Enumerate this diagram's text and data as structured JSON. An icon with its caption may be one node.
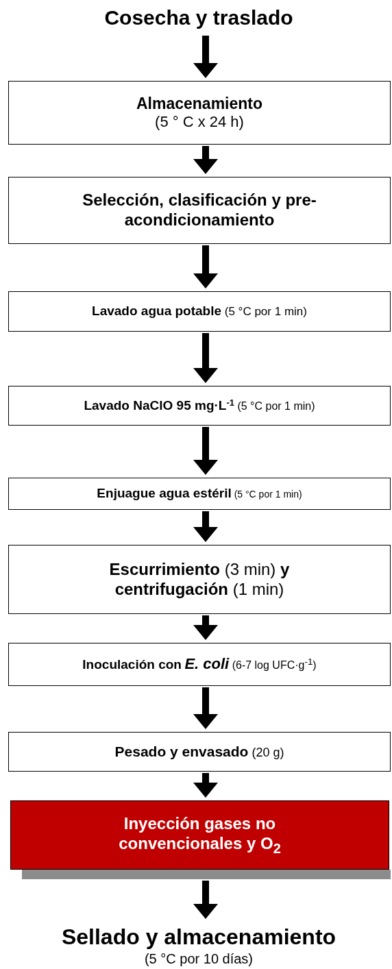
{
  "diagram": {
    "nodes": [
      {
        "text": [
          "Cosecha y traslado"
        ]
      },
      {
        "text": [
          "Almacenamiento",
          "(5 ° C x 24 h)"
        ]
      },
      {
        "text": [
          "Selección, clasificación y pre-acondicionamiento"
        ]
      },
      {
        "text": [
          "**Lavado agua potable** (5 °C por 1 min)"
        ]
      },
      {
        "text": [
          "**Lavado NaClO 95 mg·L**$^{-1}$ (5 °C por 1 min)"
        ]
      },
      {
        "text": [
          "**Enjuague agua estéril** (5 °C  por 1 min)"
        ]
      },
      {
        "text": [
          "**Escurrimiento** (3 min) **y centrifugación** (1 min)"
        ]
      },
      {
        "text": [
          "**Inoculación con** *E. coli* (6-7 log UFC·g$^{-1}$)"
        ]
      },
      {
        "text": [
          "**Pesado y envasado** (20 g)"
        ]
      },
      {
        "text": [
          "Inyección gases no convencionales y O$_{2}$"
        ]
      },
      {
        "text": [
          "Sellado y almacenamiento",
          "(5 °C por 10 días)"
        ]
      }
    ],
    "edges": [
      {
        "from": 0,
        "to": 1,
        "arrow": "to"
      },
      {
        "from": 1,
        "to": 2,
        "arrow": "to"
      },
      {
        "from": 2,
        "to": 3,
        "arrow": "to"
      },
      {
        "from": 3,
        "to": 4,
        "arrow": "to"
      },
      {
        "from": 4,
        "to": 5,
        "arrow": "to"
      },
      {
        "from": 5,
        "to": 6,
        "arrow": "to"
      },
      {
        "from": 6,
        "to": 7,
        "arrow": "to"
      },
      {
        "from": 7,
        "to": 8,
        "arrow": "to"
      },
      {
        "from": 8,
        "to": 9,
        "arrow": "to"
      },
      {
        "from": 9,
        "to": 10,
        "arrow": "to"
      }
    ]
  }
}
